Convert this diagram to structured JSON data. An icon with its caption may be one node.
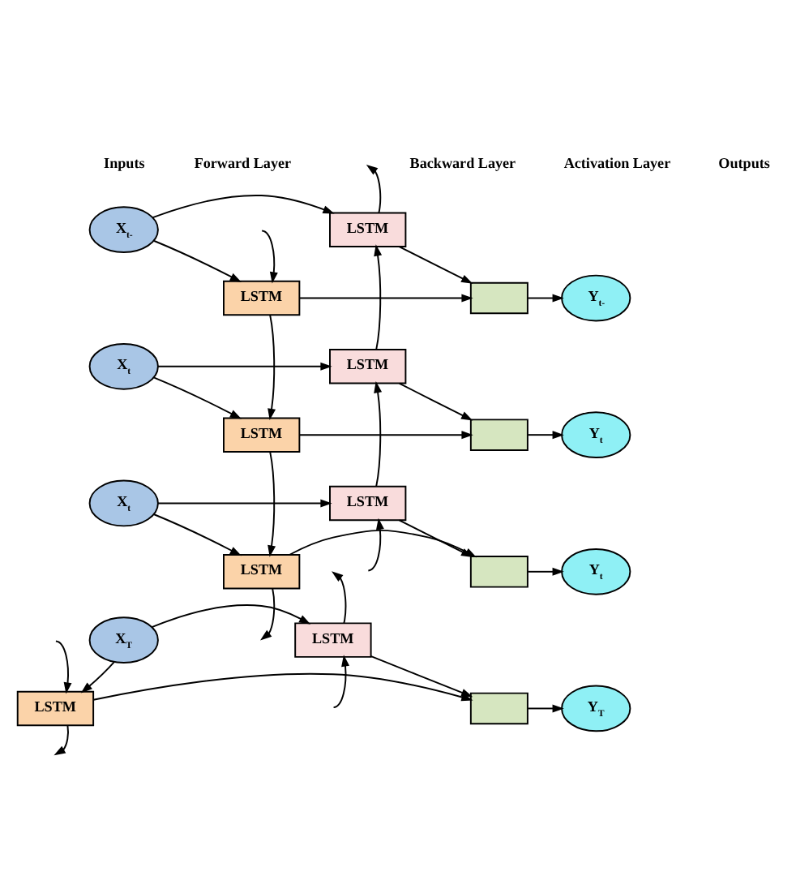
{
  "diagram": {
    "nodes": [
      {
        "text": [
          "X$_{t-}$"
        ]
      },
      {
        "text": [
          "LSTM"
        ]
      },
      {
        "text": [
          "LSTM"
        ]
      },
      {
        "text": [],
        "shape": "box"
      },
      {
        "text": [
          "Y$_{t-}$"
        ]
      },
      {
        "text": [
          "X$_{t}$"
        ]
      },
      {
        "text": [
          "LSTM"
        ]
      },
      {
        "text": [
          "LSTM"
        ]
      },
      {
        "text": [],
        "shape": "box"
      },
      {
        "text": [
          "Y$_{t}$"
        ]
      },
      {
        "text": [
          "X$_{t}$"
        ]
      },
      {
        "text": [
          "LSTM"
        ]
      },
      {
        "text": [
          "LSTM"
        ]
      },
      {
        "text": [],
        "shape": "box"
      },
      {
        "text": [
          "Y$_{t}$"
        ]
      },
      {
        "text": [
          "X$_{T}$"
        ]
      },
      {
        "text": [
          "LSTM"
        ]
      },
      {
        "text": [
          "LSTM"
        ]
      },
      {
        "text": [],
        "shape": "box"
      },
      {
        "text": [
          "Y$_{T}$"
        ]
      }
    ],
    "edges": [
      {
        "from": null,
        "to": 2,
        "arrow": "to"
      },
      {
        "from": 1,
        "to": null,
        "arrow": "to"
      },
      {
        "from": 0,
        "to": 1,
        "arrow": "to"
      },
      {
        "from": 0,
        "to": 2,
        "arrow": "to"
      },
      {
        "from": 1,
        "to": 3,
        "arrow": "to"
      },
      {
        "from": 2,
        "to": 3,
        "arrow": "to"
      },
      {
        "from": 3,
        "to": 4,
        "arrow": "to"
      },
      {
        "from": 2,
        "to": 7,
        "arrow": "to"
      },
      {
        "from": 6,
        "to": 1,
        "arrow": "to"
      },
      {
        "from": 5,
        "to": 6,
        "arrow": "to"
      },
      {
        "from": 5,
        "to": 7,
        "arrow": "to"
      },
      {
        "from": 6,
        "to": 8,
        "arrow": "to"
      },
      {
        "from": 7,
        "to": 8,
        "arrow": "to"
      },
      {
        "from": 8,
        "to": 9,
        "arrow": "to"
      },
      {
        "from": 7,
        "to": 12,
        "arrow": "to"
      },
      {
        "from": 11,
        "to": 6,
        "arrow": "to"
      },
      {
        "from": 10,
        "to": 11,
        "arrow": "to"
      },
      {
        "from": 10,
        "to": 12,
        "arrow": "to"
      },
      {
        "from": 11,
        "to": 13,
        "arrow": "to"
      },
      {
        "from": 12,
        "to": 13,
        "arrow": "to"
      },
      {
        "from": 13,
        "to": 14,
        "arrow": "to"
      },
      {
        "from": 12,
        "to": null,
        "arrow": "to"
      },
      {
        "from": null,
        "to": 11,
        "arrow": "to"
      },
      {
        "from": null,
        "to": 17,
        "arrow": "to"
      },
      {
        "from": 16,
        "to": null,
        "arrow": "to"
      },
      {
        "from": 15,
        "to": 16,
        "arrow": "to"
      },
      {
        "from": 15,
        "to": 17,
        "arrow": "to"
      },
      {
        "from": 16,
        "to": 18,
        "arrow": "to"
      },
      {
        "from": 17,
        "to": 18,
        "arrow": "to"
      },
      {
        "from": 18,
        "to": 19,
        "arrow": "to"
      },
      {
        "from": null,
        "to": 16,
        "arrow": "to"
      },
      {
        "from": 17,
        "to": null,
        "arrow": "to"
      }
    ],
    "labels": [
      "Inputs",
      "Forward Layer",
      "Backward Layer",
      "Activation Layer",
      "Outputs"
    ]
  }
}
